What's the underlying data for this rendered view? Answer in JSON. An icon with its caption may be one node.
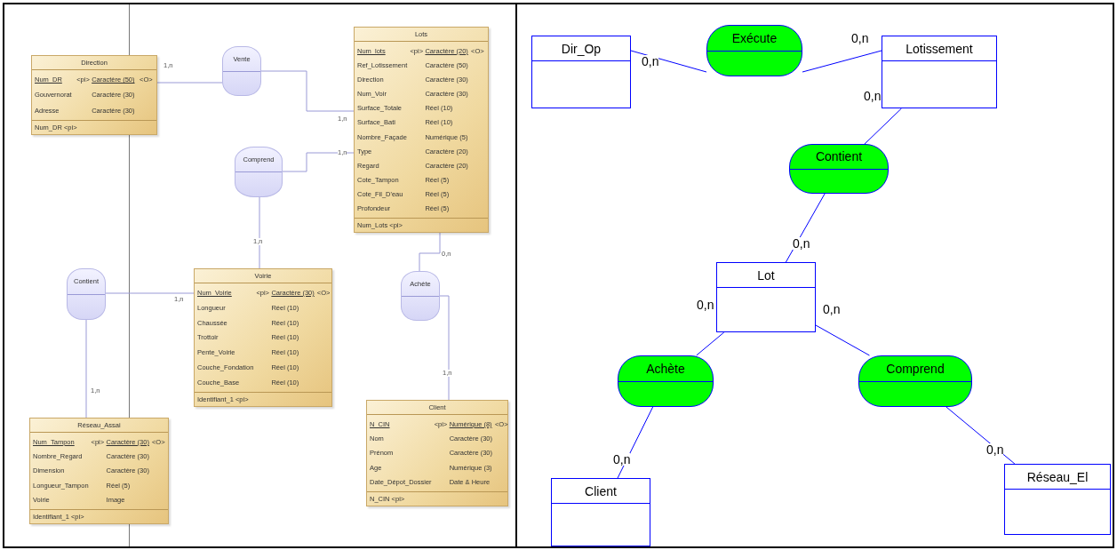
{
  "diagram": {
    "nodes": [
      {
        "text": [
          "Direction",
          "Num_DR",
          "<pi>",
          "Caractère (50)",
          "<O>",
          "Gouvernorat",
          "Caractère (30)",
          "Adresse",
          "Caractère (30)",
          "Num_DR <pi>"
        ]
      },
      {
        "text": [
          "Vente"
        ]
      },
      {
        "text": [
          "Lots",
          "Num_lots",
          "<pi>",
          "Caractère (20)",
          "<O>",
          "Ref_Lotissement",
          "Caractère (50)",
          "Direction",
          "Caractère (30)",
          "Num_Voir",
          "Caractère (30)",
          "Surface_Totale",
          "Réel (10)",
          "Surface_Bati",
          "Réel (10)",
          "Nombre_Façade",
          "Numérique (5)",
          "Type",
          "Caractère (20)",
          "Regard",
          "Caractère (20)",
          "Cote_Tampon",
          "Réel (5)",
          "Cote_Fil_D'eau",
          "Réel (5)",
          "Profondeur",
          "Réel (5)",
          "Num_Lots <pi>"
        ]
      },
      {
        "text": [
          "Comprend"
        ]
      },
      {
        "text": [
          "Voirie",
          "Num_Voirie",
          "<pi>",
          "Caractère (30)",
          "<O>",
          "Longueur",
          "Réel (10)",
          "Chaussée",
          "Réel (10)",
          "Trottoir",
          "Réel (10)",
          "Pente_Voirie",
          "Réel (10)",
          "Couche_Fondation",
          "Réel (10)",
          "Couche_Base",
          "Réel (10)",
          "Identifiant_1 <pi>"
        ]
      },
      {
        "text": [
          "Contient"
        ]
      },
      {
        "text": [
          "Achète"
        ]
      },
      {
        "text": [
          "Réseau_Assai",
          "Num_Tampon",
          "<pi>",
          "Caractère (30)",
          "<O>",
          "Nombre_Regard",
          "Caractère (30)",
          "Dimension",
          "Caractère (30)",
          "Longueur_Tampon",
          "Réel (5)",
          "Voirie",
          "Image",
          "Identifiant_1 <pi>"
        ]
      },
      {
        "text": [
          "Client",
          "N_CIN",
          "<pi>",
          "Numérique (8)",
          "<O>",
          "Nom",
          "Caractère (30)",
          "Prénom",
          "Caractère (30)",
          "Age",
          "Numérique (3)",
          "Date_Dépot_Dossier",
          "Date & Heure",
          "N_CIN <pi>"
        ]
      },
      {
        "text": [
          "Dir_Op"
        ]
      },
      {
        "text": [
          "Exécute"
        ]
      },
      {
        "text": [
          "Lotissement"
        ]
      },
      {
        "text": [
          "Contient"
        ]
      },
      {
        "text": [
          "Lot"
        ]
      },
      {
        "text": [
          "Achète"
        ]
      },
      {
        "text": [
          "Comprend"
        ]
      },
      {
        "text": [
          "Client"
        ]
      },
      {
        "text": [
          "Réseau_El"
        ]
      }
    ],
    "edges": [
      {
        "from": 0,
        "to": 1,
        "arrow": "none",
        "label": "1,n",
        "color": "#9a9ad6"
      },
      {
        "from": 1,
        "to": 2,
        "arrow": "none",
        "label": "1,n",
        "color": "#9a9ad6"
      },
      {
        "from": 3,
        "to": 2,
        "arrow": "none",
        "label": "1,n",
        "color": "#9a9ad6"
      },
      {
        "from": 3,
        "to": 4,
        "arrow": "none",
        "label": "1,n",
        "color": "#9a9ad6"
      },
      {
        "from": 5,
        "to": 4,
        "arrow": "none",
        "label": "1,n",
        "color": "#9a9ad6"
      },
      {
        "from": 5,
        "to": 7,
        "arrow": "none",
        "label": "1,n",
        "color": "#9a9ad6"
      },
      {
        "from": 2,
        "to": 6,
        "arrow": "none",
        "label": "0,n",
        "color": "#9a9ad6"
      },
      {
        "from": 6,
        "to": 8,
        "arrow": "none",
        "label": "1,n",
        "color": "#9a9ad6"
      },
      {
        "from": 9,
        "to": 10,
        "arrow": "none",
        "label": "0,n",
        "color": "#0000ff"
      },
      {
        "from": 10,
        "to": 11,
        "arrow": "none",
        "label": "0,n",
        "color": "#0000ff"
      },
      {
        "from": 11,
        "to": 12,
        "arrow": "none",
        "label": "0,n",
        "color": "#0000ff"
      },
      {
        "from": 12,
        "to": 13,
        "arrow": "none",
        "label": "0,n",
        "color": "#0000ff"
      },
      {
        "from": 13,
        "to": 14,
        "arrow": "none",
        "label": "0,n",
        "color": "#0000ff"
      },
      {
        "from": 13,
        "to": 15,
        "arrow": "none",
        "label": "0,n",
        "color": "#0000ff"
      },
      {
        "from": 14,
        "to": 16,
        "arrow": "none",
        "label": "0,n",
        "color": "#0000ff"
      },
      {
        "from": 15,
        "to": 17,
        "arrow": "none",
        "label": "0,n",
        "color": "#0000ff"
      }
    ]
  }
}
